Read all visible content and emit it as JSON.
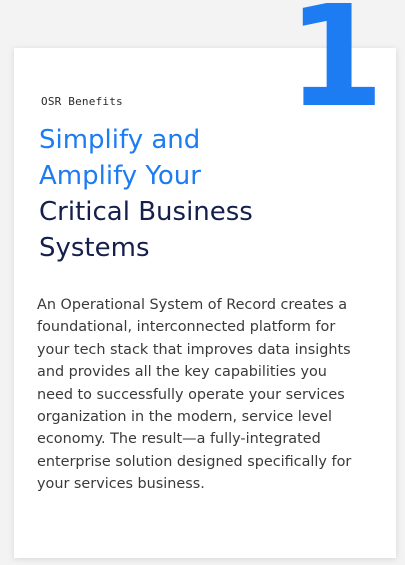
{
  "card": {
    "number": "1",
    "eyebrow": "OSR Benefits",
    "headline": {
      "line1": "Simplify and",
      "line2": "Amplify Your",
      "line3": "Critical Business",
      "line4": "Systems"
    },
    "body": "An Operational System of Record creates a foundational, interconnected platform for your tech stack that improves data insights and provides all the key capabilities you need to successfully operate your services organization in the modern, service level economy. The result—a fully-integrated enterprise solution designed specifically for your services business."
  },
  "colors": {
    "accent": "#1e7cf2",
    "dark": "#141f4a",
    "body": "#3a3a3a",
    "page_bg": "#f3f3f3",
    "card_bg": "#ffffff"
  }
}
